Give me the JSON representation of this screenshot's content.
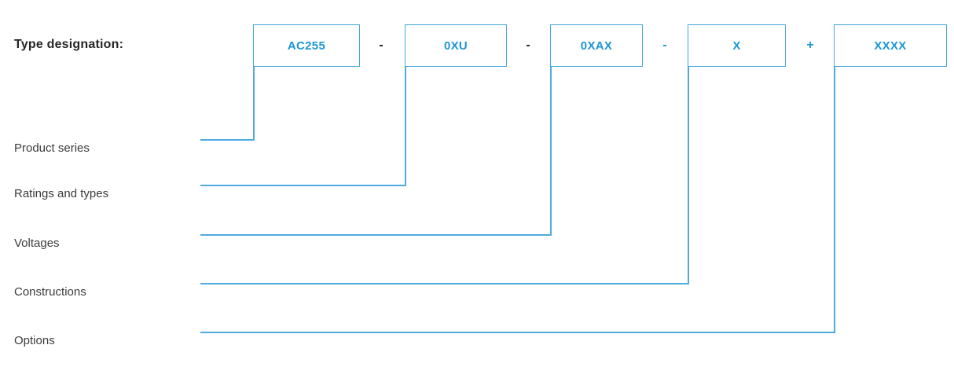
{
  "diagram": {
    "title": "Type designation:",
    "segments": [
      {
        "code": "AC255",
        "label": "Product series"
      },
      {
        "code": "0XU",
        "label": "Ratings and types"
      },
      {
        "code": "0XAX",
        "label": "Voltages"
      },
      {
        "code": "X",
        "label": "Constructions"
      },
      {
        "code": "XXXX",
        "label": "Options"
      }
    ],
    "separators": [
      {
        "symbol": "-",
        "color": "#1a1a1a"
      },
      {
        "symbol": "-",
        "color": "#1a1a1a"
      },
      {
        "symbol": "-",
        "color": "#1b96d2"
      },
      {
        "symbol": "+",
        "color": "#1b96d2"
      }
    ],
    "colors": {
      "connector_line_blue": "#4fabdf",
      "box_border_blue": "#46a7dc",
      "code_text_blue": "#1b96d2",
      "label_text_gray": "#3b3b3b",
      "title_text_dark": "#262626",
      "separator_dark": "#1a1a1a"
    }
  }
}
